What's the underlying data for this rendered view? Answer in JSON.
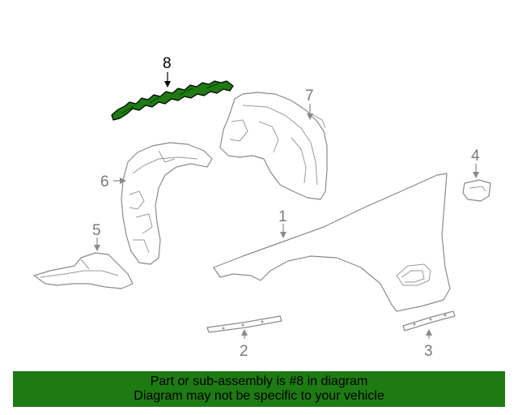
{
  "diagram": {
    "callouts": {
      "c1": "1",
      "c2": "2",
      "c3": "3",
      "c4": "4",
      "c5": "5",
      "c6": "6",
      "c7": "7",
      "c8": "8"
    },
    "highlight_color": "#1e7a12"
  },
  "banner": {
    "line1": "Part or sub-assembly is #8 in diagram",
    "line2": "Diagram may not be specific to your vehicle",
    "background": "#1e7a12"
  }
}
